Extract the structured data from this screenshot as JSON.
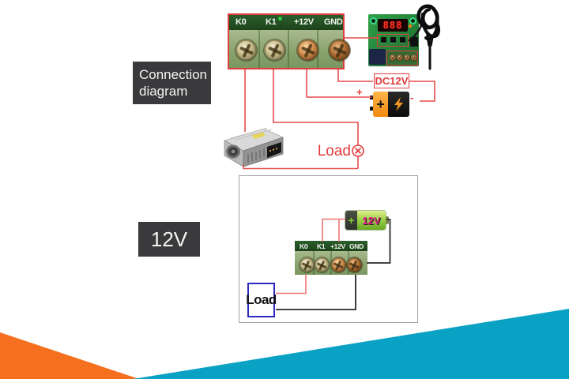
{
  "labels": {
    "connection_diagram_line1": "Connection",
    "connection_diagram_line2": "diagram",
    "side_voltage": "12V",
    "dc12v": "DC12V",
    "load_top": "Load",
    "load_bottom": "Load",
    "display_digits": "888",
    "plus_sign": "+",
    "minus_sign": "-",
    "battery_plus": "+",
    "battery_voltage": "12V"
  },
  "top_terminal_block": {
    "labels": [
      "K0",
      "K1",
      "+12V",
      "GND"
    ]
  },
  "bottom_terminal_block": {
    "labels": [
      "K0",
      "K1",
      "+12V",
      "GND"
    ]
  },
  "colors": {
    "wire_red": "#e84b4b",
    "wire_red_light": "#f07575",
    "wire_black": "#2a2a2a",
    "accent_red": "#e23b3b",
    "decor_orange": "#f4701f",
    "decor_teal": "#0aa2c4",
    "label_background": "#3a3a3c",
    "pcb_green": "#2fa04a",
    "battery_green": "#9ed24a",
    "battery_text_magenta": "#e6188f",
    "load_box_blue": "#2a2ac2"
  }
}
